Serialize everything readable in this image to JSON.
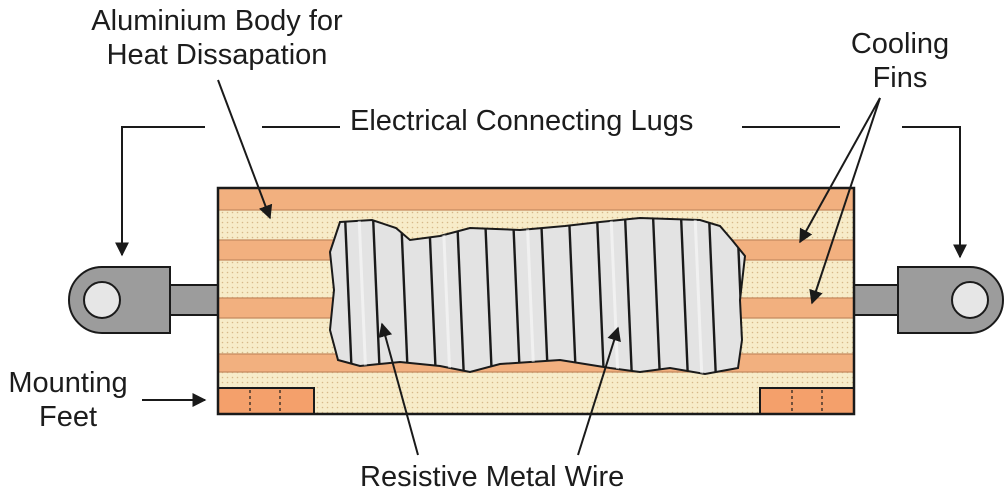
{
  "labels": {
    "body_line1": "Aluminium Body for",
    "body_line2": "Heat Dissapation",
    "lugs": "Electrical Connecting Lugs",
    "fins_line1": "Cooling",
    "fins_line2": "Fins",
    "feet_line1": "Mounting",
    "feet_line2": "Feet",
    "wire": "Resistive Metal Wire"
  },
  "colors": {
    "fin_orange": "#f2b07f",
    "body_dots": "#f7ecc9",
    "foot_orange": "#f4a06b",
    "lug_grey": "#9c9c9c",
    "lug_hole": "#e6e6e6",
    "wire_fill": "#e3e3e3",
    "outline": "#1a1a1a"
  }
}
